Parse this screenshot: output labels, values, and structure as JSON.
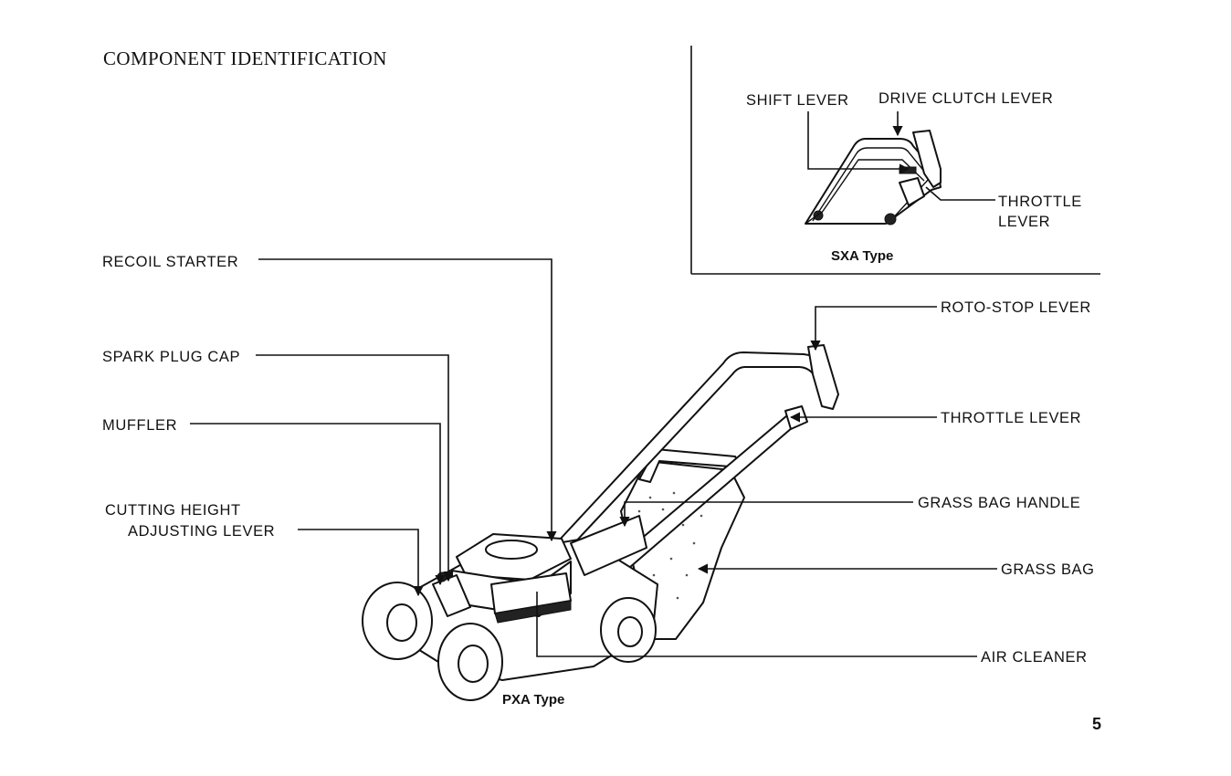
{
  "page": {
    "heading": "COMPONENT  IDENTIFICATION",
    "page_number": "5"
  },
  "inset": {
    "caption": "SXA Type",
    "labels": {
      "shift_lever": "SHIFT LEVER",
      "drive_clutch_lever": "DRIVE CLUTCH LEVER",
      "throttle_lever_line1": "THROTTLE",
      "throttle_lever_line2": "LEVER"
    }
  },
  "main": {
    "caption": "PXA Type",
    "labels": {
      "recoil_starter": "RECOIL STARTER",
      "spark_plug_cap": "SPARK PLUG CAP",
      "muffler": "MUFFLER",
      "cutting_height_line1": "CUTTING HEIGHT",
      "cutting_height_line2": "ADJUSTING LEVER",
      "roto_stop_lever": "ROTO-STOP LEVER",
      "throttle_lever": "THROTTLE LEVER",
      "grass_bag_handle": "GRASS BAG HANDLE",
      "grass_bag": "GRASS BAG",
      "air_cleaner": "AIR CLEANER"
    }
  }
}
